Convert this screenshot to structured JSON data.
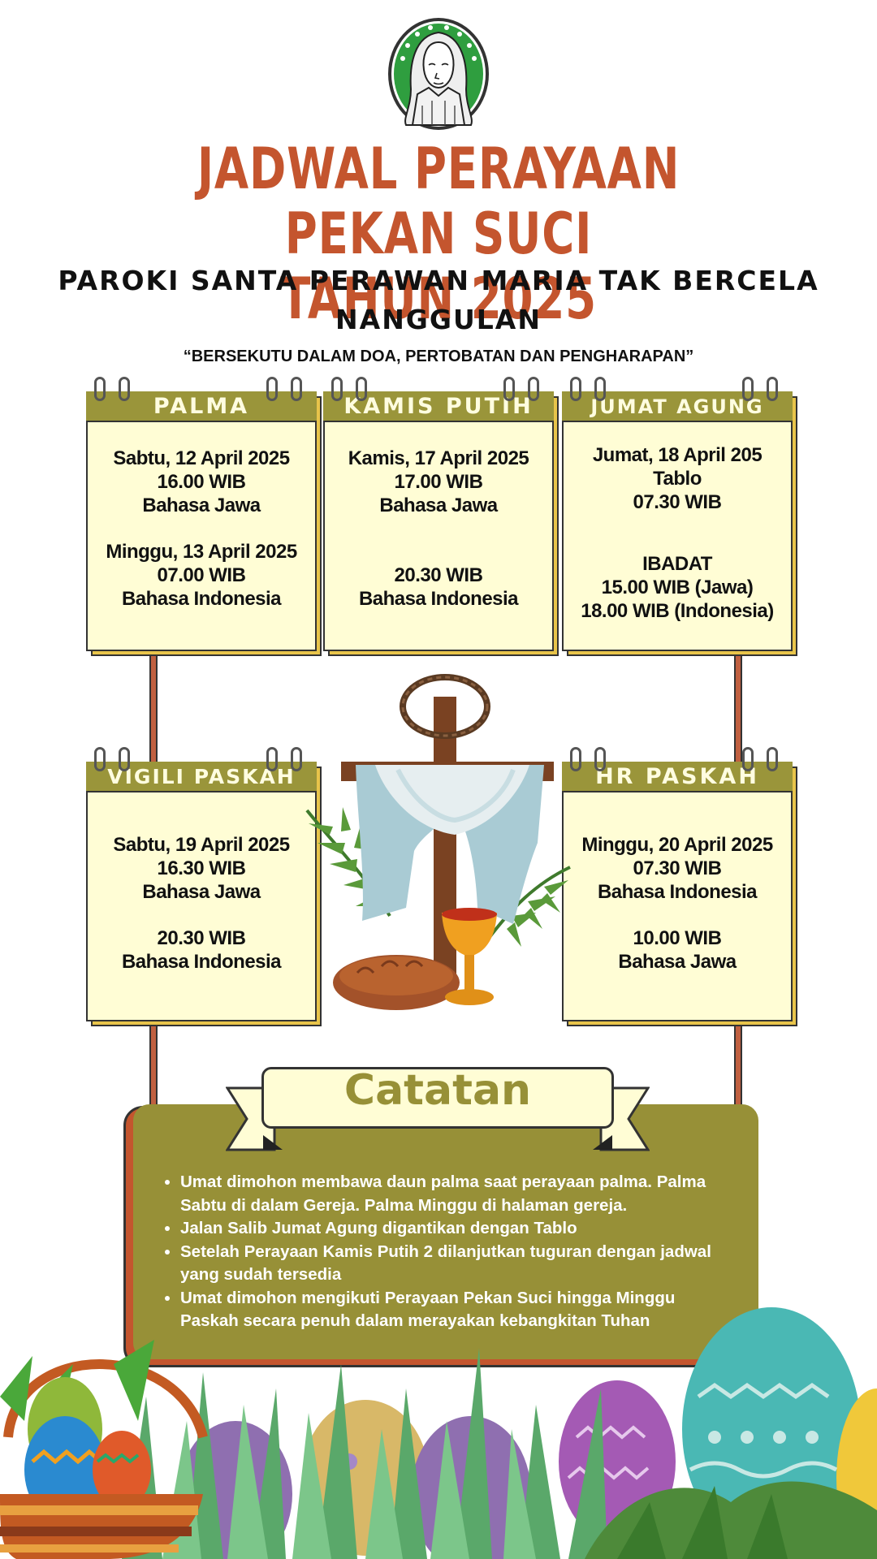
{
  "header": {
    "title_line1": "JADWAL PERAYAAN PEKAN SUCI",
    "title_line2": "TAHUN 2025",
    "subtitle_line1": "PAROKI SANTA PERAWAN MARIA TAK BERCELA",
    "subtitle_line2": "NANGGULAN",
    "motto": "“BERSEKUTU DALAM DOA, PERTOBATAN DAN PENGHARAPAN”"
  },
  "cards": {
    "palma": {
      "title": "PALMA",
      "lines_a": [
        "Sabtu, 12 April 2025",
        "16.00 WIB",
        "Bahasa Jawa"
      ],
      "lines_b": [
        "Minggu, 13 April 2025",
        "07.00 WIB",
        "Bahasa Indonesia"
      ]
    },
    "kamis_putih": {
      "title": "KAMIS PUTIH",
      "lines_a": [
        "Kamis, 17 April 2025",
        "17.00 WIB",
        "Bahasa Jawa"
      ],
      "lines_b": [
        "20.30 WIB",
        "Bahasa Indonesia"
      ]
    },
    "jumat_agung": {
      "title": "JUMAT AGUNG",
      "lines_a": [
        "Jumat, 18 April 205",
        "Tablo",
        "07.30 WIB"
      ],
      "lines_b": [
        "IBADAT",
        "15.00 WIB (Jawa)",
        "18.00 WIB (Indonesia)"
      ]
    },
    "vigili_paskah": {
      "title": "VIGILI PASKAH",
      "lines_a": [
        "Sabtu, 19 April  2025",
        "16.30 WIB",
        "Bahasa Jawa"
      ],
      "lines_b": [
        "20.30 WIB",
        "Bahasa Indonesia"
      ]
    },
    "hr_paskah": {
      "title": "HR PASKAH",
      "lines_a": [
        "Minggu, 20 April 2025",
        "07.30 WIB",
        "Bahasa Indonesia"
      ],
      "lines_b": [
        "10.00 WIB",
        "Bahasa Jawa"
      ]
    }
  },
  "notes": {
    "title": "Catatan",
    "items": [
      "Umat dimohon membawa daun palma saat perayaan palma. Palma Sabtu di dalam Gereja. Palma Minggu di halaman gereja.",
      "Jalan Salib Jumat Agung digantikan dengan Tablo",
      "Setelah Perayaan Kamis Putih 2 dilanjutkan tuguran dengan jadwal yang sudah tersedia",
      "Umat dimohon mengikuti Perayaan Pekan Suci hingga Minggu Paskah secara penuh dalam merayakan kebangkitan Tuhan"
    ]
  },
  "icons": {
    "logo": "virgin-mary-logo-icon",
    "center": "cross-with-crown-of-thorns-icon",
    "footer": "easter-eggs-basket-icon"
  },
  "colors": {
    "title": "#c4552e",
    "card_header": "#9a953a",
    "card_body": "#fffdd5",
    "card_shadow": "#e8c44a",
    "notes_bg": "#979037"
  }
}
